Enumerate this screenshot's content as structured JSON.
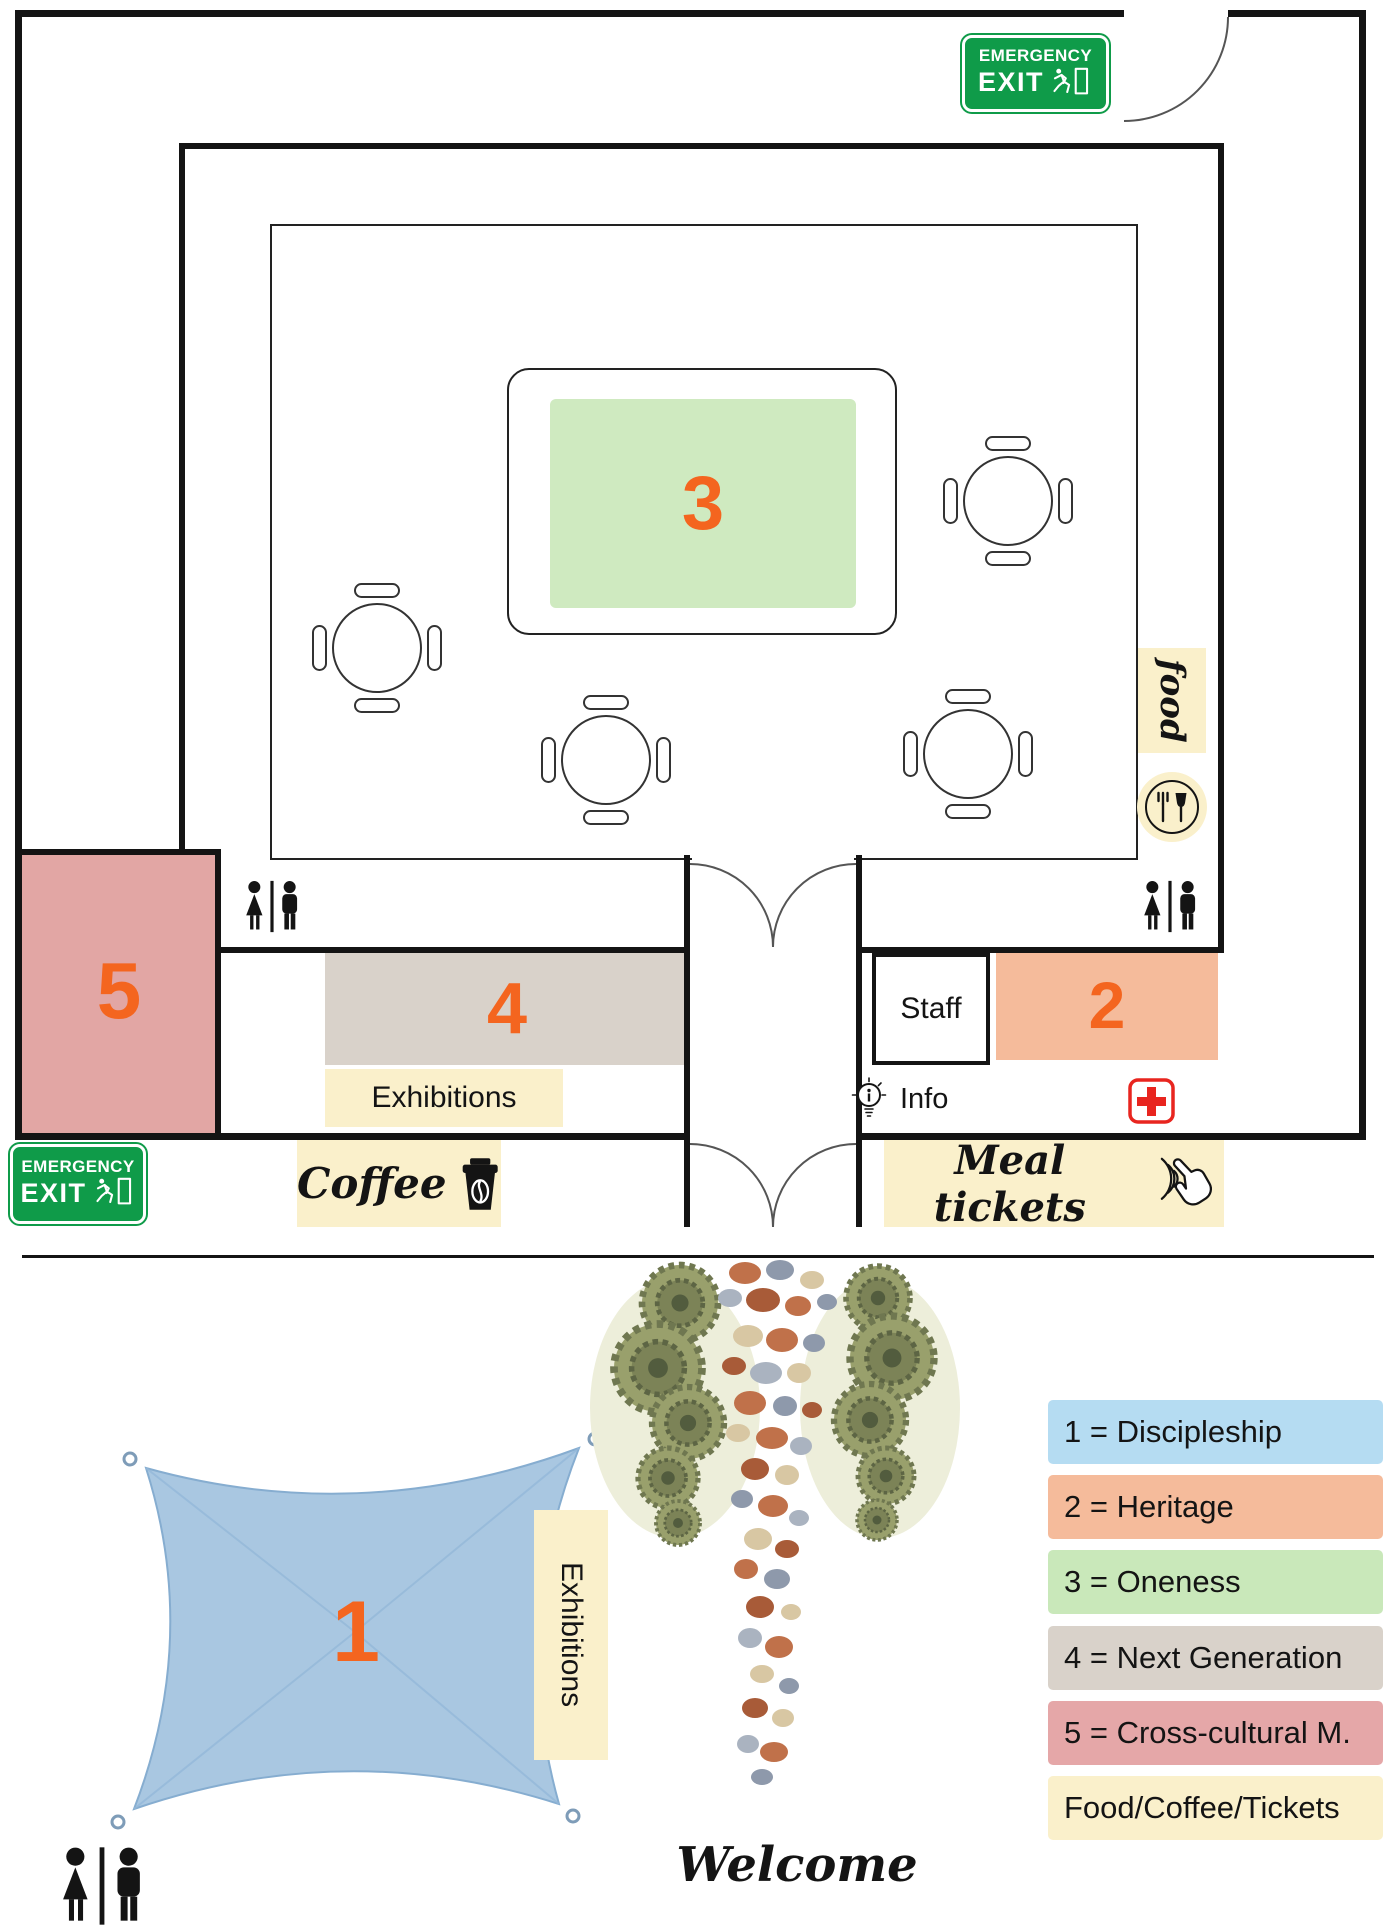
{
  "signs": {
    "emergency_exit_top": {
      "line1": "EMERGENCY",
      "line2": "EXIT"
    },
    "emergency_exit_bottom": {
      "line1": "EMERGENCY",
      "line2": "EXIT"
    }
  },
  "rooms": {
    "r1": "1",
    "r2": "2",
    "r3": "3",
    "r4": "4",
    "r5": "5",
    "staff": "Staff"
  },
  "labels": {
    "exhibitions_indoor": "Exhibitions",
    "exhibitions_tent": "Exhibitions",
    "coffee": "Coffee",
    "meal_tickets": "Meal tickets",
    "food": "food",
    "info": "Info",
    "welcome": "Welcome"
  },
  "legend": {
    "items": [
      {
        "label": "1 = Discipleship",
        "color": "#b5dcf2"
      },
      {
        "label": "2 = Heritage",
        "color": "#f5bb9b"
      },
      {
        "label": "3 = Oneness",
        "color": "#c9e8ba"
      },
      {
        "label": "4 = Next Generation",
        "color": "#d9d2ca"
      },
      {
        "label": "5 = Cross-cultural M.",
        "color": "#e5a7a8"
      },
      {
        "label": "Food/Coffee/Tickets",
        "color": "#faf0cb"
      }
    ]
  },
  "colors": {
    "accent_orange": "#f4651f",
    "emergency_green": "#0f9b49",
    "first_aid_red": "#e8251f",
    "highlight_yellow": "#faf0cb",
    "room2_salmon": "#f5bb9b",
    "room3_green": "#cfeac0",
    "room4_taupe": "#d9d2ca",
    "room5_pink": "#e2a6a4",
    "tent_blue": "#a9c7e1"
  },
  "icons": {
    "emergency_exit": "running-man-door",
    "restroom": "woman-man-pictogram",
    "food": "fork-and-glass-circle",
    "info": "lightbulb",
    "first_aid": "red-cross",
    "coffee": "takeaway-coffee-cup",
    "meal_tickets": "contactless-payment-hand",
    "room1_tent": "canopy-tent",
    "walkway": "stone-path-with-bushes"
  }
}
